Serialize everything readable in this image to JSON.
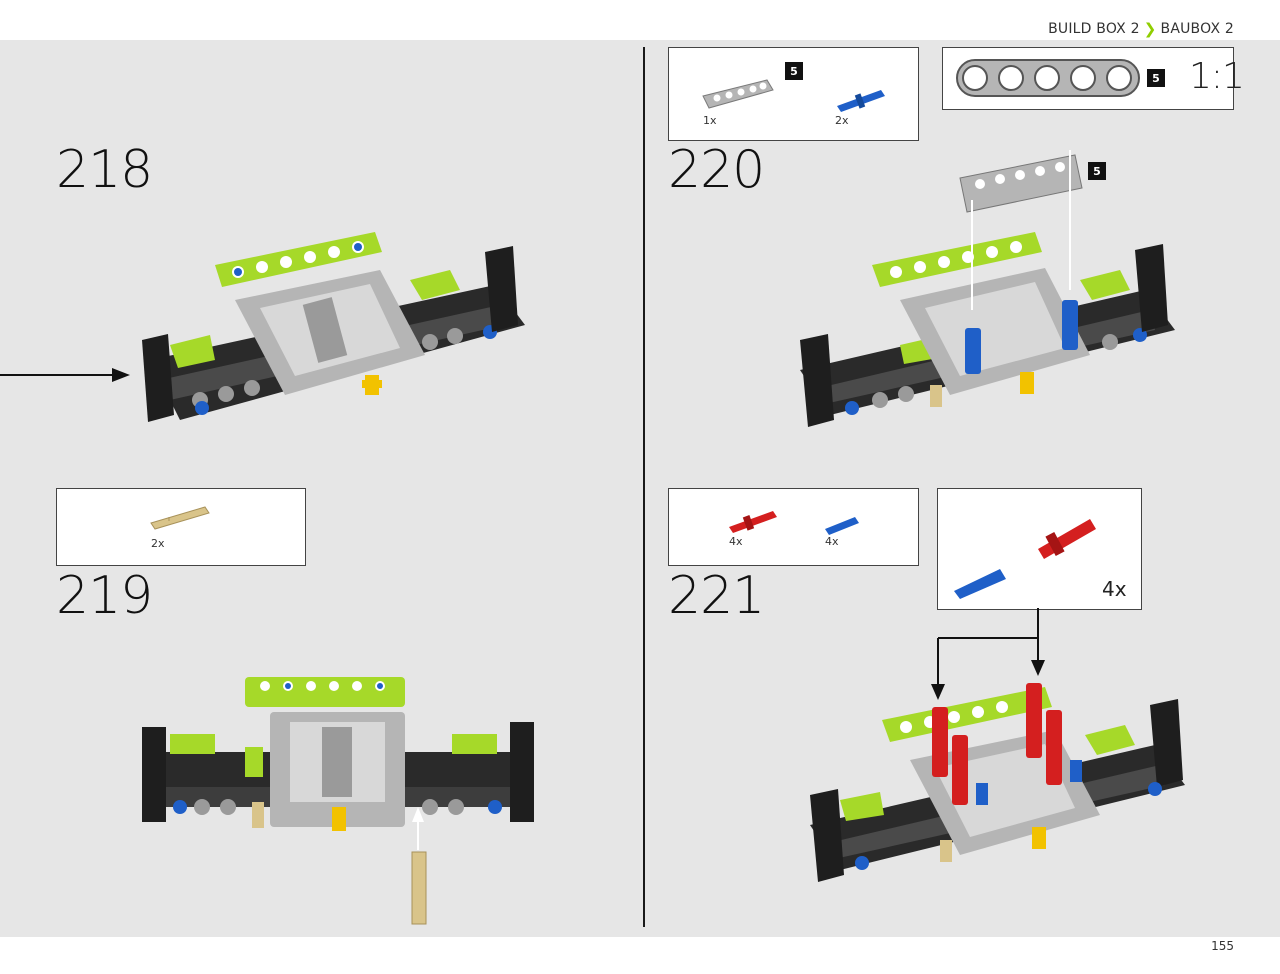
{
  "header": {
    "breadcrumb_en": "BUILD BOX 2",
    "breadcrumb_de": "BAUBOX 2",
    "separator_icon": "chevron-right-icon",
    "accent_color": "#8fce00"
  },
  "footer": {
    "page_number": "155"
  },
  "steps": {
    "s218": {
      "number": "218"
    },
    "s219": {
      "number": "219",
      "parts": [
        {
          "qty": "2x",
          "icon": "tan-axle-icon"
        }
      ]
    },
    "s220": {
      "number": "220",
      "parts": [
        {
          "qty": "1x",
          "icon": "gray-beam-5-icon",
          "tag": "5"
        },
        {
          "qty": "2x",
          "icon": "blue-pin-icon"
        }
      ],
      "scale": {
        "tag": "5",
        "label": "1:1"
      },
      "beam_tag": "5"
    },
    "s221": {
      "number": "221",
      "parts": [
        {
          "qty": "4x",
          "icon": "red-axle-pin-icon"
        },
        {
          "qty": "4x",
          "icon": "blue-pin-icon"
        }
      ],
      "callout_qty": "4x"
    }
  },
  "colors": {
    "background": "#e6e6e6",
    "lime": "#a6d929",
    "dark_gray": "#2a2a2a",
    "light_gray": "#9a9a9a",
    "blue": "#1f5fc8",
    "red": "#d41f1f",
    "yellow": "#f2c200",
    "tan": "#d9c48a"
  }
}
